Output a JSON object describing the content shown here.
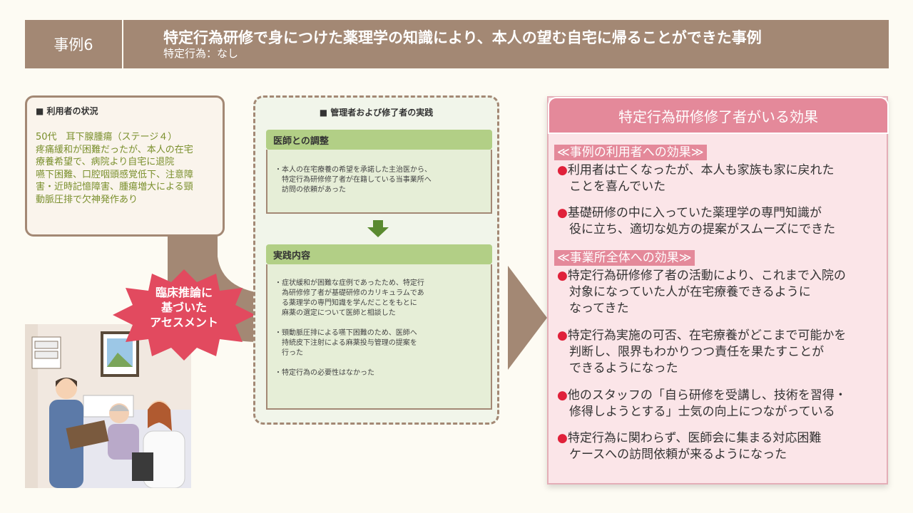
{
  "header": {
    "case_label": "事例6",
    "title": "特定行為研修で身につけた薬理学の知識により、本人の望む自宅に帰ることができた事例",
    "subtitle": "特定行為：なし"
  },
  "user_status": {
    "heading": "■ 利用者の状況",
    "lines": [
      "50代　耳下腺腫瘍（ステージ４）",
      "疼痛緩和が困難だったが、本人の在宅",
      "療養希望で、病院より自宅に退院",
      "嚥下困難、口腔咽頭感覚低下、注意障",
      "害・近時記憶障害、腫瘍増大による頸",
      "動脈圧排で欠神発作あり"
    ]
  },
  "assessment_badge": [
    "臨床推論に",
    "基づいた",
    "アセスメント"
  ],
  "practice": {
    "heading": "■ 管理者および修了者の実践",
    "section1": {
      "title": "医師との調整",
      "bullets": [
        [
          "・本人の在宅療養の希望を承諾した主治医から、",
          "　特定行為研修修了者が在籍している当事業所へ",
          "　訪問の依頼があった"
        ]
      ]
    },
    "section2": {
      "title": "実践内容",
      "bullets": [
        [
          "・症状緩和が困難な症例であったため、特定行",
          "　為研修修了者が基礎研修のカリキュラムであ",
          "　る薬理学の専門知識を学んだことをもとに",
          "　麻薬の選定について医師と相談した"
        ],
        [
          "・頸動脈圧排による嚥下困難のため、医師へ",
          "　持続皮下注射による麻薬投与管理の提案を",
          "　行った"
        ],
        [
          "・特定行為の必要性はなかった"
        ]
      ]
    }
  },
  "effects": {
    "banner": "特定行為研修修了者がいる効果",
    "user_heading": "≪事例の利用者への効果≫",
    "user_items": [
      [
        "利用者は亡くなったが、本人も家族も家に戻れた",
        "　ことを喜んでいた"
      ],
      [
        "基礎研修の中に入っていた薬理学の専門知識が",
        "　役に立ち、適切な処方の提案がスムーズにできた"
      ]
    ],
    "office_heading": "≪事業所全体への効果≫",
    "office_items": [
      [
        "特定行為研修修了者の活動により、これまで入院の",
        "　対象になっていた人が在宅療養できるように",
        "　なってきた"
      ],
      [
        "特定行為実施の可否、在宅療養がどこまで可能かを",
        "　判断し、限界もわかりつつ責任を果たすことが",
        "　できるようになった"
      ],
      [
        "他のスタッフの「自ら研修を受講し、技術を習得・",
        "　修得しようとする」士気の向上につながっている"
      ],
      [
        "特定行為に関わらず、医師会に集まる対応困難",
        "　ケースへの訪問依頼が来るようになった"
      ]
    ],
    "bullet_glyph": "●"
  },
  "colors": {
    "header": "#a38874",
    "green_head": "#b2cf86",
    "pink": "#e4899a",
    "text_green": "#7a8f2c",
    "red_dot": "#e0213a"
  }
}
